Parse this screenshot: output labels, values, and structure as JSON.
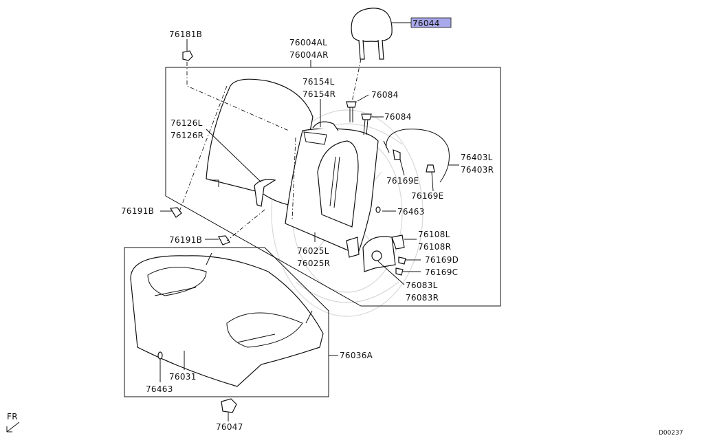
{
  "diagram": {
    "drawing_code": "D00237",
    "direction_label": "FR",
    "highlighted_part": "76044",
    "highlight_color": "#a8a8ea",
    "labels": {
      "p76044": "76044",
      "p76181B": "76181B",
      "p76004AL": "76004AL",
      "p76004AR": "76004AR",
      "p76154L": "76154L",
      "p76154R": "76154R",
      "p76084a": "76084",
      "p76084b": "76084",
      "p76126L": "76126L",
      "p76126R": "76126R",
      "p76403L": "76403L",
      "p76403R": "76403R",
      "p76169Ea": "76169E",
      "p76169Eb": "76169E",
      "p76191Ba": "76191B",
      "p76463a": "76463",
      "p76191Bb": "76191B",
      "p76025L": "76025L",
      "p76025R": "76025R",
      "p76108L": "76108L",
      "p76108R": "76108R",
      "p76169D": "76169D",
      "p76169C": "76169C",
      "p76083L": "76083L",
      "p76083R": "76083R",
      "p76036A": "76036A",
      "p76031": "76031",
      "p76463b": "76463",
      "p76047": "76047"
    }
  }
}
